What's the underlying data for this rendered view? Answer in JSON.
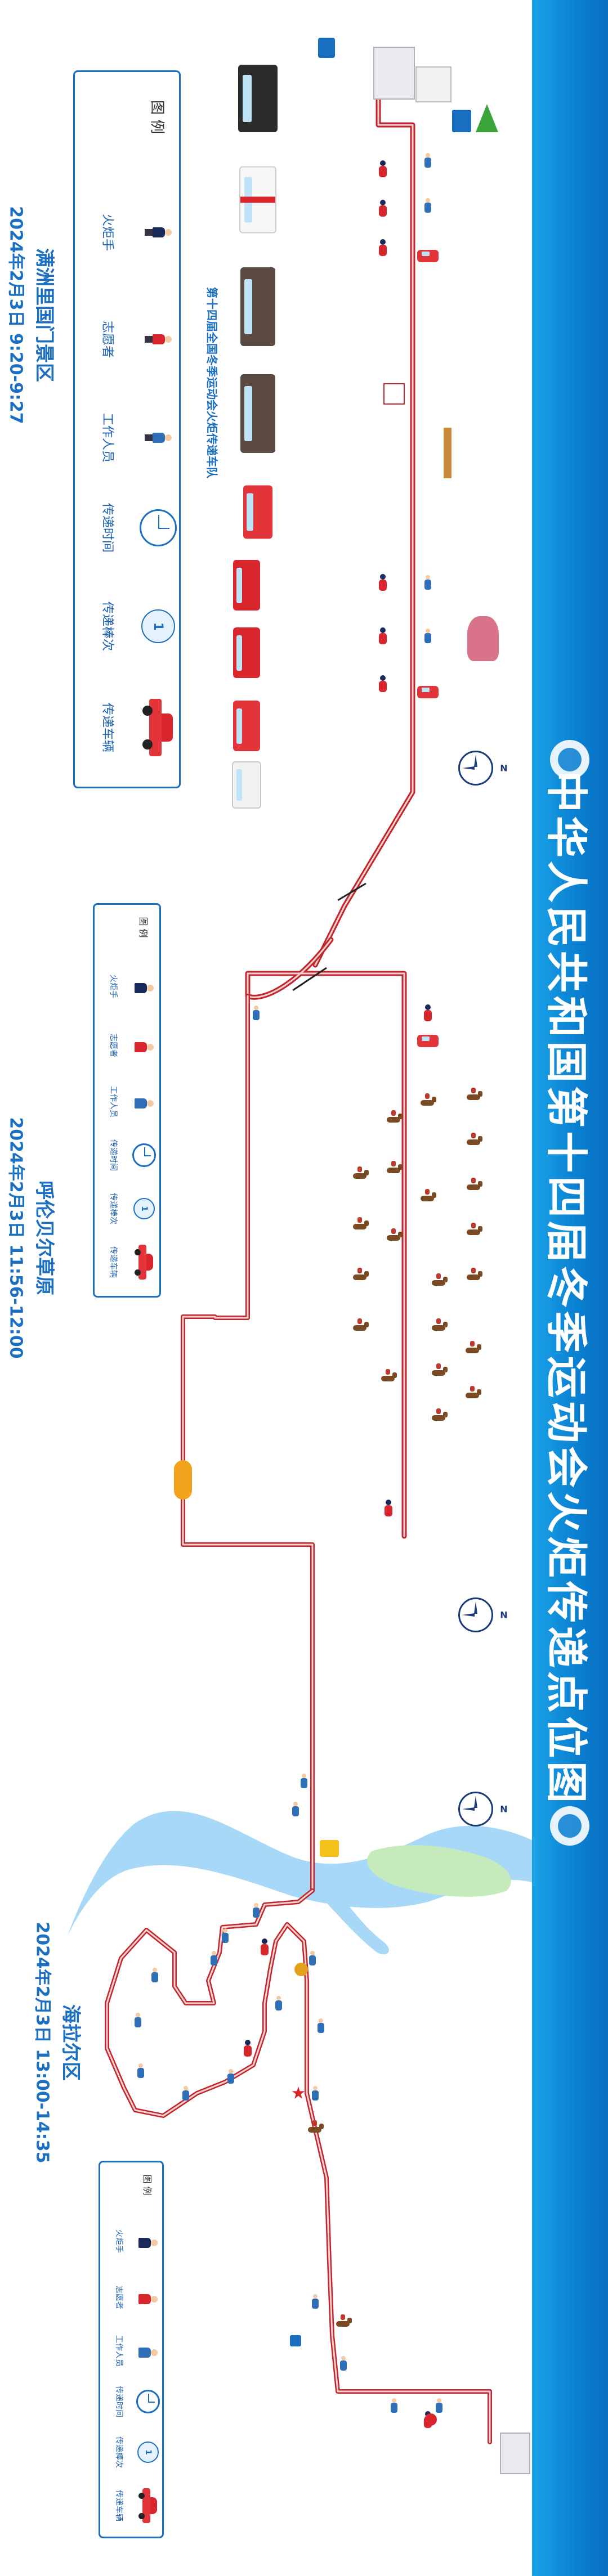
{
  "banner": {
    "title": "中华人民共和国第十四届冬季运动会火炬传递点位图",
    "background": "#0b7fd0"
  },
  "colors": {
    "route": "#c0272d",
    "route_inner": "#f7c9c9",
    "accent_blue": "#1a6fc2",
    "river": "#9fd3f5",
    "grass": "#bfe8b4"
  },
  "sections": [
    {
      "name": "满洲里国门景区",
      "time": "2024年2月3日 9:20-9:27"
    },
    {
      "name": "呼伦贝尔草原",
      "time": "2024年2月3日 11:56-12:00"
    },
    {
      "name": "海拉尔区",
      "time": "2024年2月3日 13:00-14:35"
    }
  ],
  "legend": {
    "heading": "图 例",
    "items": [
      {
        "label": "火炬手",
        "icon": "torchbearer-icon"
      },
      {
        "label": "志愿者",
        "icon": "volunteer-icon"
      },
      {
        "label": "工作人员",
        "icon": "staff-icon"
      },
      {
        "label": "传递时间",
        "icon": "clock-icon"
      },
      {
        "label": "传递棒次",
        "icon": "relay-count-icon"
      },
      {
        "label": "传递车辆",
        "icon": "relay-car-icon"
      }
    ]
  },
  "convoy": {
    "label": "第十四届全国冬季运动会火炬传递车队"
  },
  "compass": {
    "label": "N"
  }
}
